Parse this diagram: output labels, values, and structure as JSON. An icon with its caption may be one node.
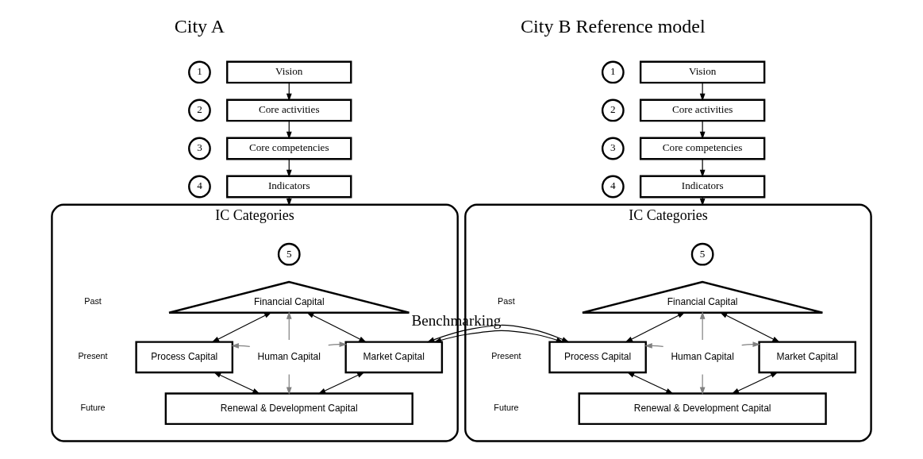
{
  "diagram": {
    "nodes": [
      {
        "text": [
          "1"
        ]
      },
      {
        "text": [
          "Vision"
        ]
      },
      {
        "text": [
          "2"
        ]
      },
      {
        "text": [
          "Core activities"
        ]
      },
      {
        "text": [
          "3"
        ]
      },
      {
        "text": [
          "Core competencies"
        ]
      },
      {
        "text": [
          "4"
        ]
      },
      {
        "text": [
          "Indicators"
        ]
      },
      {
        "text": [
          "IC Categories"
        ]
      },
      {
        "text": [
          "5"
        ],
        "in": 8
      },
      {
        "text": [
          "Financial Capital"
        ],
        "in": 8
      },
      {
        "text": [
          "Process Capital"
        ],
        "in": 8
      },
      {
        "text": [
          "Human Capital"
        ],
        "in": 8
      },
      {
        "text": [
          "Market Capital"
        ],
        "in": 8
      },
      {
        "text": [
          "Renewal & Development Capital"
        ],
        "in": 8
      },
      {
        "text": [
          "1"
        ]
      },
      {
        "text": [
          "Vision"
        ]
      },
      {
        "text": [
          "2"
        ]
      },
      {
        "text": [
          "Core activities"
        ]
      },
      {
        "text": [
          "3"
        ]
      },
      {
        "text": [
          "Core competencies"
        ]
      },
      {
        "text": [
          "4"
        ]
      },
      {
        "text": [
          "Indicators"
        ]
      },
      {
        "text": [
          "IC Categories"
        ]
      },
      {
        "text": [
          "5"
        ],
        "in": 23
      },
      {
        "text": [
          "Financial Capital"
        ],
        "in": 23
      },
      {
        "text": [
          "Process Capital"
        ],
        "in": 23
      },
      {
        "text": [
          "Human Capital"
        ],
        "in": 23
      },
      {
        "text": [
          "Market Capital"
        ],
        "in": 23
      },
      {
        "text": [
          "Renewal & Development Capital"
        ],
        "in": 23
      }
    ],
    "edges": [
      {
        "from": 1,
        "to": 3,
        "arrow": "to"
      },
      {
        "from": 3,
        "to": 5,
        "arrow": "to"
      },
      {
        "from": 5,
        "to": 7,
        "arrow": "to"
      },
      {
        "from": 7,
        "to": 8,
        "arrow": "to"
      },
      {
        "from": 10,
        "to": 11,
        "arrow": "both"
      },
      {
        "from": 10,
        "to": 13,
        "arrow": "both"
      },
      {
        "from": 11,
        "to": 14,
        "arrow": "both"
      },
      {
        "from": 13,
        "to": 14,
        "arrow": "both"
      },
      {
        "from": 12,
        "to": 10,
        "arrow": "to",
        "color": "#808080"
      },
      {
        "from": 12,
        "to": 11,
        "arrow": "to",
        "color": "#808080"
      },
      {
        "from": 12,
        "to": 13,
        "arrow": "to",
        "color": "#808080"
      },
      {
        "from": 12,
        "to": 14,
        "arrow": "to",
        "color": "#808080"
      },
      {
        "from": 16,
        "to": 18,
        "arrow": "to"
      },
      {
        "from": 18,
        "to": 20,
        "arrow": "to"
      },
      {
        "from": 20,
        "to": 22,
        "arrow": "to"
      },
      {
        "from": 22,
        "to": 23,
        "arrow": "to"
      },
      {
        "from": 25,
        "to": 26,
        "arrow": "both"
      },
      {
        "from": 25,
        "to": 28,
        "arrow": "both"
      },
      {
        "from": 26,
        "to": 29,
        "arrow": "both"
      },
      {
        "from": 28,
        "to": 29,
        "arrow": "both"
      },
      {
        "from": 27,
        "to": 25,
        "arrow": "to",
        "color": "#808080"
      },
      {
        "from": 27,
        "to": 26,
        "arrow": "to",
        "color": "#808080"
      },
      {
        "from": 27,
        "to": 28,
        "arrow": "to",
        "color": "#808080"
      },
      {
        "from": 27,
        "to": 29,
        "arrow": "to",
        "color": "#808080"
      },
      {
        "from": 8,
        "to": 23,
        "arrow": "both",
        "label": "Benchmarking"
      }
    ],
    "labels": [
      "City A",
      "City B Reference model",
      "Past",
      "Present",
      "Future",
      "Past",
      "Present",
      "Future"
    ]
  }
}
